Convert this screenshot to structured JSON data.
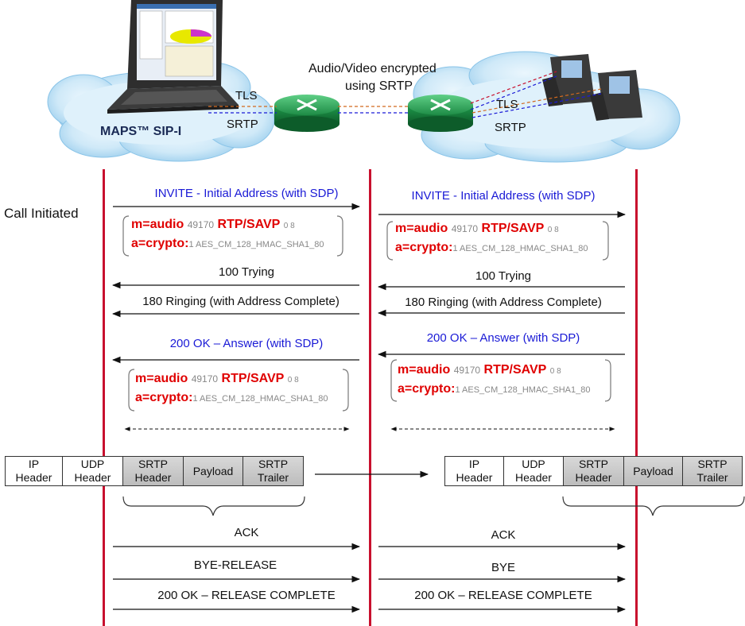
{
  "network": {
    "headline_line1": "Audio/Video encrypted",
    "headline_line2": "using SRTP",
    "left_tls": "TLS",
    "left_srtp": "SRTP",
    "right_tls": "TLS",
    "right_srtp": "SRTP",
    "maps_label": "MAPS™ SIP-I"
  },
  "call_initiated": "Call Initiated",
  "left": {
    "invite": "INVITE - Initial Address (with SDP)",
    "trying": "100 Trying",
    "ringing": "180 Ringing  (with Address Complete)",
    "ok": "200 OK – Answer (with SDP)",
    "ack": "ACK",
    "bye": "BYE-RELEASE",
    "release_complete": "200 OK – RELEASE COMPLETE"
  },
  "right": {
    "invite": "INVITE - Initial Address (with SDP)",
    "trying": "100 Trying",
    "ringing": "180 Ringing  (with Address Complete)",
    "ok": "200 OK – Answer (with SDP)",
    "ack": "ACK",
    "bye": "BYE",
    "release_complete": "200 OK – RELEASE COMPLETE"
  },
  "sdp": {
    "m_key": "m=audio",
    "port": "49170",
    "proto": "RTP/SAVP",
    "codecs": "0 8",
    "a_key": "a=crypto:",
    "suite": "1 AES_CM_128_HMAC_SHA1_80"
  },
  "packet": {
    "ip": "IP Header",
    "udp": "UDP Header",
    "srtp_header": "SRTP Header",
    "payload": "Payload",
    "srtp_trailer": "SRTP Trailer"
  },
  "colors": {
    "lifeline": "#c8102e",
    "sip_blue": "#1a1ad6",
    "sdp_red": "#e00000"
  }
}
